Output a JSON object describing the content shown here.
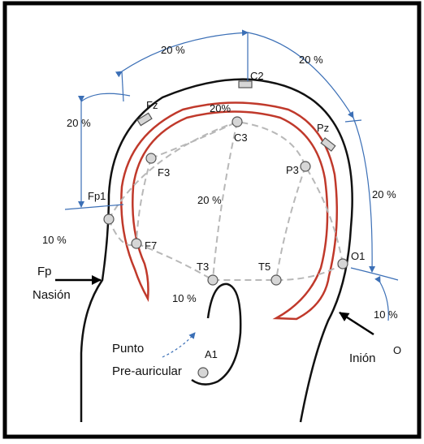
{
  "colors": {
    "frame": "#000000",
    "head_outline": "#111111",
    "brain": "#c0392b",
    "measure": "#3b6fb6",
    "grid": "#b8b8b8",
    "electrode_fill": "#d6d6d6"
  },
  "percent_labels": {
    "top_fz_cz": "20 %",
    "top_cz_pz": "20 %",
    "left_fp_fz": "20 %",
    "right_pz_o": "20 %",
    "left_bottom": "10 %",
    "right_bottom": "10 %",
    "center_top": "20%",
    "center_mid": "20 %",
    "ear": "10 %"
  },
  "electrodes": {
    "fz": "Fz",
    "cz": "C2",
    "pz": "Pz",
    "fp1": "Fp1",
    "f3": "F3",
    "c3": "C3",
    "p3": "P3",
    "f7": "F7",
    "t3": "T3",
    "t5": "T5",
    "o1": "O1",
    "a1": "A1"
  },
  "landmarks": {
    "fp": "Fp",
    "nasion": "Nasión",
    "inion": "Inión",
    "o": "O",
    "preauricular_line1": "Punto",
    "preauricular_line2": "Pre-auricular"
  }
}
